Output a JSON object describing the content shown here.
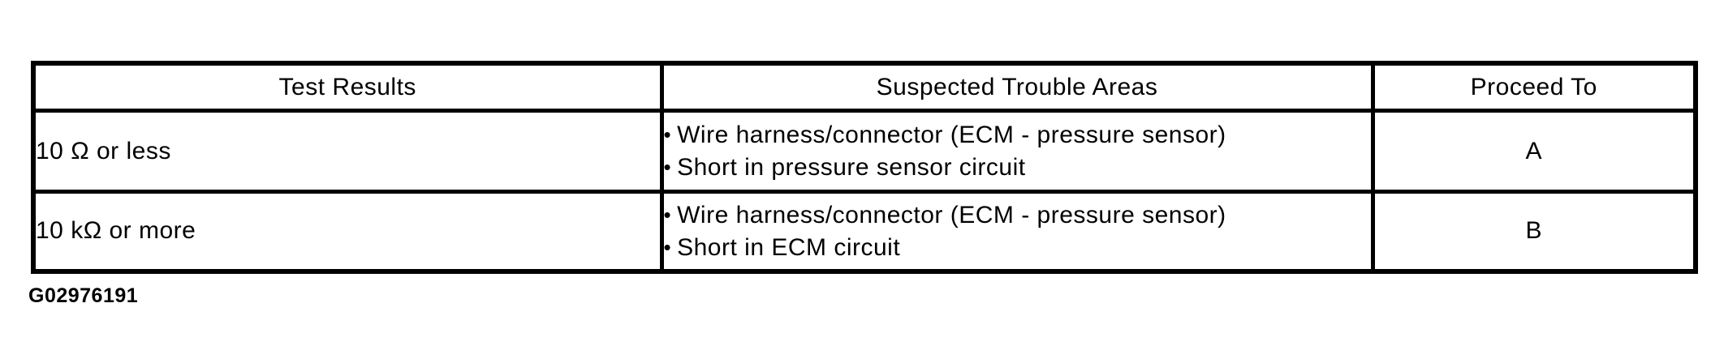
{
  "table": {
    "headers": [
      "Test Results",
      "Suspected Trouble Areas",
      "Proceed To"
    ],
    "rows": [
      {
        "test_result": "10 Ω or less",
        "trouble_areas": [
          "Wire harness/connector (ECM - pressure sensor)",
          "Short in pressure sensor circuit"
        ],
        "proceed_to": "A"
      },
      {
        "test_result": "10 kΩ or more",
        "trouble_areas": [
          "Wire harness/connector (ECM - pressure sensor)",
          "Short in ECM circuit"
        ],
        "proceed_to": "B"
      }
    ]
  },
  "figure_id": "G02976191",
  "bullet_char": "•",
  "colors": {
    "border": "#000000",
    "text": "#000000",
    "background": "#ffffff"
  }
}
